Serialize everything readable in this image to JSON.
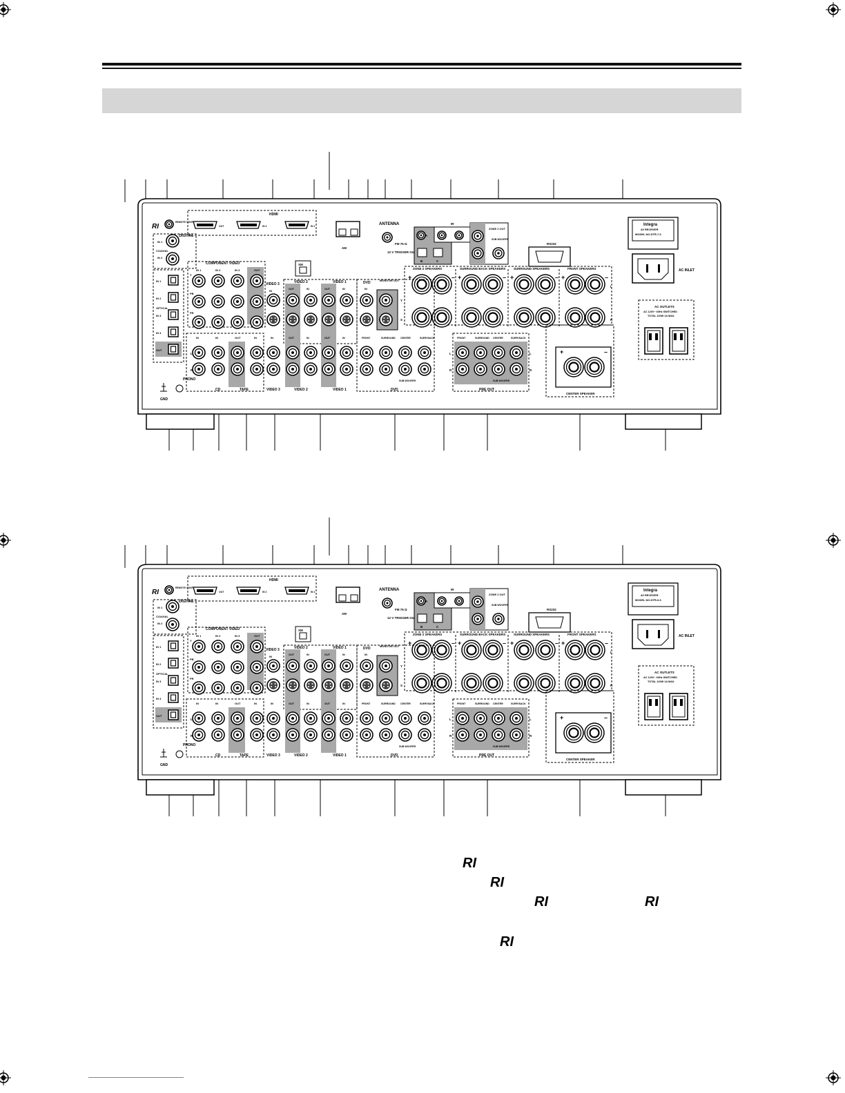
{
  "page": {
    "header_rule": true,
    "section_band_color": "#d6d6d6",
    "ri_logo_text": "RI"
  },
  "panels": [
    {
      "id": "top",
      "model_brand": "Integra",
      "model_line1": "AV RECEIVER",
      "model_line2": "MODEL NO.DTR-7.6"
    },
    {
      "id": "bottom",
      "model_brand": "Integra",
      "model_line1": "AV RECEIVER",
      "model_line2": "MODEL NO.DTR-6.6"
    }
  ],
  "labels": {
    "remote_control": "REMOTE CONTROL",
    "digital": "DIGITAL",
    "coaxial": "COAXIAL",
    "optical": "OPTICAL",
    "in1": "IN 1",
    "in2": "IN 2",
    "in3": "IN 3",
    "in4": "IN 4",
    "out": "OUT",
    "in": "IN",
    "component_video": "COMPONENT VIDEO",
    "hdmi": "HDMI",
    "xm": "XM",
    "antenna": "ANTENNA",
    "am": "AM",
    "fm": "FM 75 Ω",
    "trigger": "12 V TRIGGER OUT",
    "ir": "IR",
    "zone2_out": "ZONE 2 OUT",
    "sub_woofer": "SUB WOOFER",
    "rs232": "RS232",
    "ac_inlet": "AC INLET",
    "zone2_speakers": "ZONE 2 SPEAKERS",
    "surround_back_speakers": "SURROUND BACK SPEAKERS",
    "surround_speakers": "SURROUND SPEAKERS",
    "front_speakers": "FRONT SPEAKERS",
    "center_speaker": "CENTER SPEAKER",
    "ac_outlets": "AC OUTLETS",
    "ac_outlets_spec1": "AC 120V~ 60Hz SWITCHED",
    "ac_outlets_spec2": "TOTAL 120W 1A MAX.",
    "monitor_out": "MONITOR OUT",
    "dvd": "DVD",
    "video1": "VIDEO 1",
    "video2": "VIDEO 2",
    "video3": "VIDEO 3",
    "phono": "PHONO",
    "cd": "CD",
    "tape": "TAPE",
    "gnd": "GND",
    "pre_out": "PRE OUT",
    "front": "FRONT",
    "surround": "SURROUND",
    "center": "CENTER",
    "surr_back": "SURR BACK",
    "l": "L",
    "r": "R",
    "a": "A",
    "b": "B",
    "c": "C",
    "y": "Y",
    "s": "S"
  }
}
